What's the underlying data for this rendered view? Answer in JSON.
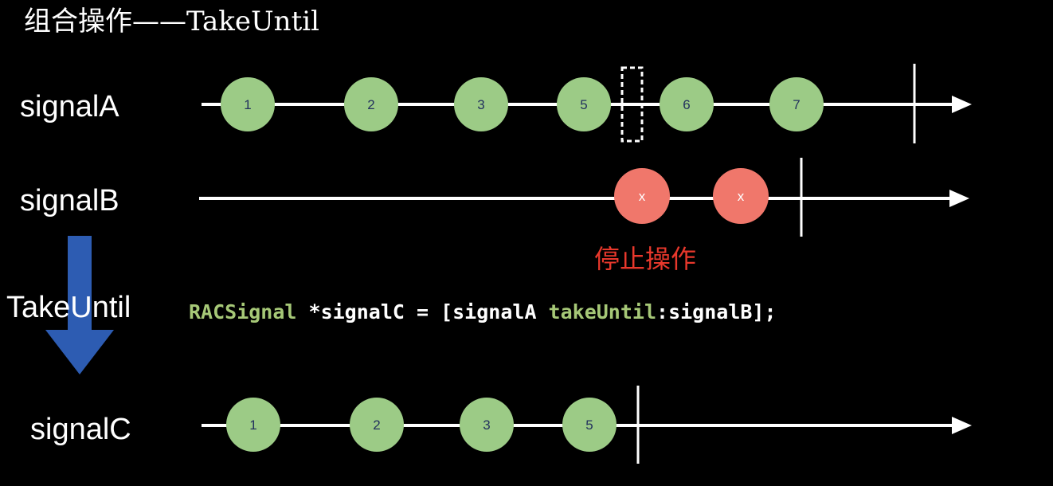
{
  "title": "组合操作——TakeUntil",
  "colors": {
    "background": "#000000",
    "line": "#ffffff",
    "marble": "#9ccb86",
    "marble_text": "#23325e",
    "stop_marble": "#f0776b",
    "stop_label": "#e8382c",
    "down_arrow": "#2d5cb2",
    "code_keyword": "#a6c877",
    "code_text": "#ffffff"
  },
  "signals": [
    {
      "id": "signalA",
      "label": "signalA",
      "events": [
        "1",
        "2",
        "3",
        "5",
        "6",
        "7"
      ],
      "ended": true,
      "marker": "dashed-box-between-5-and-6"
    },
    {
      "id": "signalB",
      "label": "signalB",
      "events": [
        "x",
        "x"
      ],
      "ended": true
    },
    {
      "id": "signalC",
      "label": "signalC",
      "events": [
        "1",
        "2",
        "3",
        "5"
      ],
      "ended": true
    }
  ],
  "stop_label": "停止操作",
  "operator_label": "TakeUntil",
  "code": {
    "parts": [
      {
        "text": "RACSignal",
        "style": "keyword"
      },
      {
        "text": " *signalC = [signalA ",
        "style": "plain"
      },
      {
        "text": "takeUntil",
        "style": "keyword"
      },
      {
        "text": ":signalB];",
        "style": "plain"
      }
    ]
  }
}
